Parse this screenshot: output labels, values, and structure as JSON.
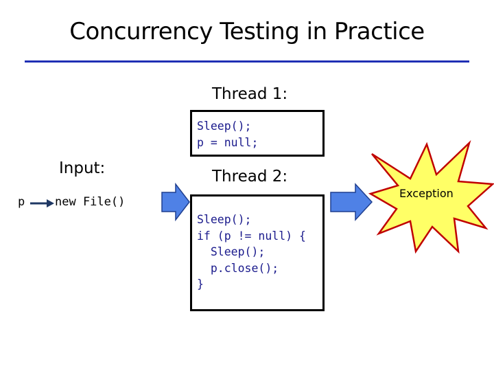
{
  "title": "Concurrency Testing in Practice",
  "colors": {
    "rule": "#1f2fb4",
    "code_text": "#1a1a8c",
    "arrow_fill": "#4f81e6",
    "arrow_stroke": "#1f3f8f",
    "pointer_arrow": "#1f3864",
    "burst_fill": "#ffff66",
    "burst_stroke": "#c00000"
  },
  "thread1": {
    "label": "Thread 1:",
    "code": [
      "Sleep();",
      "p = null;"
    ]
  },
  "thread2": {
    "label": "Thread 2:",
    "code": [
      "Sleep();",
      "if (p != null) {",
      "  Sleep();",
      "  p.close();",
      "}"
    ]
  },
  "input": {
    "label": "Input:",
    "variable": "p",
    "value": "new File()"
  },
  "exception": {
    "label": "Exception",
    "icon": "explosion-burst"
  }
}
